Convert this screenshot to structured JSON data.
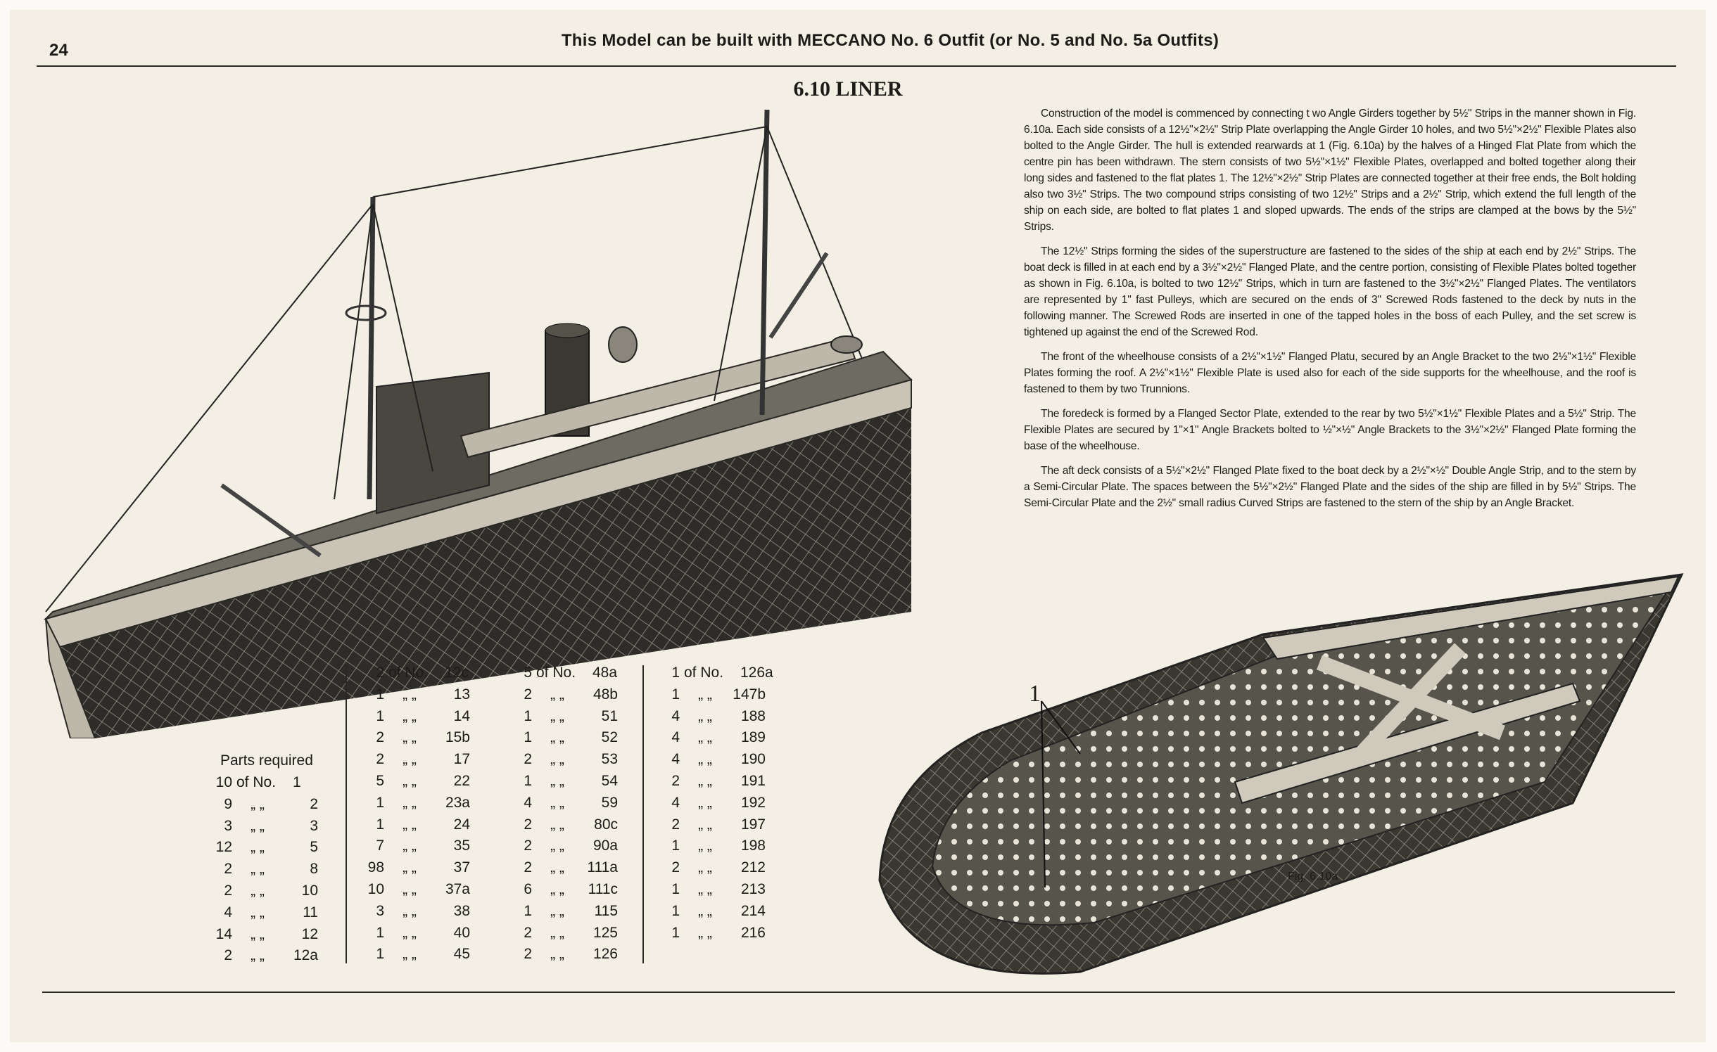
{
  "header": {
    "page_number": "24",
    "title": "This Model can be built with MECCANO No. 6 Outfit (or No. 5 and No. 5a Outfits)"
  },
  "model_title": "6.10   LINER",
  "instructions": [
    "Construction of the model is commenced by connecting t wo Angle Girders together by 5½\" Strips in the manner shown in Fig. 6.10a.  Each side consists of a 12½\"×2½\" Strip Plate overlapping the Angle Girder 10 holes, and two 5½\"×2½\" Flexible Plates also bolted to the Angle Girder.  The hull is extended rearwards at 1 (Fig. 6.10a) by the halves of a Hinged Flat Plate from which the centre pin has been withdrawn.  The stern consists of two 5½\"×1½\" Flexible Plates, overlapped and bolted together along their long sides and fastened to the flat plates 1.  The 12½\"×2½\" Strip Plates are connected together at their free ends, the Bolt holding also two 3½\" Strips.  The two compound strips consisting of two 12½\" Strips and a 2½\" Strip, which extend the full length of the ship on each side, are bolted to flat plates 1 and sloped upwards.  The ends of the strips are clamped at the bows by the 5½\" Strips.",
    "The 12½\" Strips forming the sides of the superstructure are fastened to the sides of the ship at each end by 2½\" Strips.  The boat deck is filled in at each end by a 3½\"×2½\" Flanged Plate, and the centre portion, consisting of Flexible Plates bolted together as shown in Fig. 6.10a, is bolted to two 12½\" Strips, which in turn are fastened to the 3½\"×2½\" Flanged Plates.  The ventilators are represented by 1\" fast Pulleys, which are secured on the ends of 3\" Screwed Rods fastened to the deck by nuts in the following manner.  The Screwed Rods are inserted in one of the tapped holes in the boss of each Pulley, and the set screw is tightened up against the end of the Screwed Rod.",
    "The front of the wheelhouse consists of a 2½\"×1½\" Flanged Platu, secured by an Angle Bracket to the two 2½\"×1½\" Flexible Plates forming the roof.  A 2½\"×1½\" Flexible Plate is used also for each of the side supports for the wheelhouse, and the roof is fastened to them by two Trunnions.",
    "The foredeck is formed by a Flanged Sector Plate, extended to the rear by two 5½\"×1½\" Flexible Plates and a 5½\" Strip.  The Flexible Plates are secured by 1\"×1\" Angle Brackets bolted to ½\"×½\" Angle Brackets to the 3½\"×2½\" Flanged Plate forming the base of the wheelhouse.",
    "The aft deck consists of a 5½\"×2½\" Flanged Plate fixed to the boat deck by a 2½\"×½\" Double Angle Strip, and to the stern by a Semi-Circular Plate.  The spaces between the 5½\"×2½\" Flanged Plate and the sides of the ship are filled in by 5½\" Strips.  The Semi-Circular Plate and the 2½\" small radius Curved Strips are fastened to the stern of the ship by an Angle Bracket."
  ],
  "parts": {
    "heading": "Parts required",
    "first_mid": "of No.",
    "ditto": "„  „",
    "columns": [
      [
        [
          "10",
          "1"
        ],
        [
          "9",
          "2"
        ],
        [
          "3",
          "3"
        ],
        [
          "12",
          "5"
        ],
        [
          "2",
          "8"
        ],
        [
          "2",
          "10"
        ],
        [
          "4",
          "11"
        ],
        [
          "14",
          "12"
        ],
        [
          "2",
          "12a"
        ]
      ],
      [
        [
          "2",
          "12c"
        ],
        [
          "1",
          "13"
        ],
        [
          "1",
          "14"
        ],
        [
          "2",
          "15b"
        ],
        [
          "2",
          "17"
        ],
        [
          "5",
          "22"
        ],
        [
          "1",
          "23a"
        ],
        [
          "1",
          "24"
        ],
        [
          "7",
          "35"
        ],
        [
          "98",
          "37"
        ],
        [
          "10",
          "37a"
        ],
        [
          "3",
          "38"
        ],
        [
          "1",
          "40"
        ],
        [
          "1",
          "45"
        ]
      ],
      [
        [
          "5",
          "48a"
        ],
        [
          "2",
          "48b"
        ],
        [
          "1",
          "51"
        ],
        [
          "1",
          "52"
        ],
        [
          "2",
          "53"
        ],
        [
          "1",
          "54"
        ],
        [
          "4",
          "59"
        ],
        [
          "2",
          "80c"
        ],
        [
          "2",
          "90a"
        ],
        [
          "2",
          "111a"
        ],
        [
          "6",
          "111c"
        ],
        [
          "1",
          "115"
        ],
        [
          "2",
          "125"
        ],
        [
          "2",
          "126"
        ]
      ],
      [
        [
          "1",
          "126a"
        ],
        [
          "1",
          "147b"
        ],
        [
          "4",
          "188"
        ],
        [
          "4",
          "189"
        ],
        [
          "4",
          "190"
        ],
        [
          "2",
          "191"
        ],
        [
          "4",
          "192"
        ],
        [
          "2",
          "197"
        ],
        [
          "1",
          "198"
        ],
        [
          "2",
          "212"
        ],
        [
          "1",
          "213"
        ],
        [
          "1",
          "214"
        ],
        [
          "1",
          "216"
        ]
      ]
    ]
  },
  "figure": {
    "caption": "Fig. 6.10a",
    "callout": "1"
  }
}
